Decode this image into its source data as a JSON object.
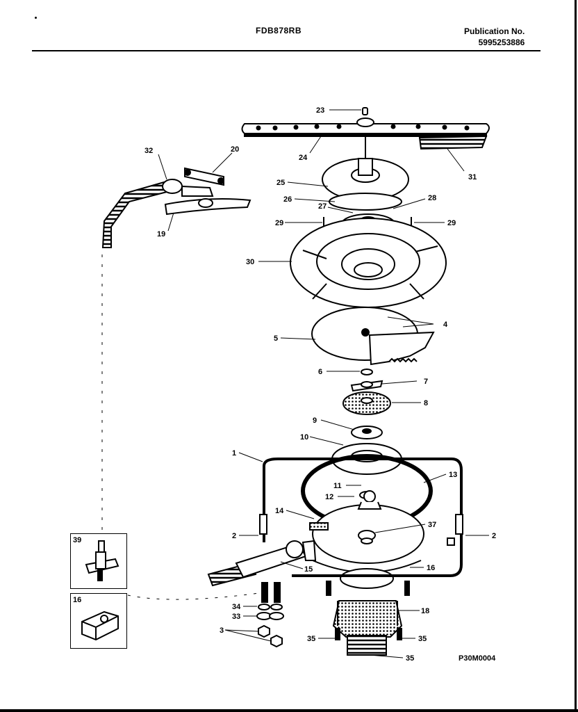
{
  "header": {
    "model": "FDB878RB",
    "publication_label": "Publication No.",
    "publication_number": "5995253886"
  },
  "diagram_code": "P30M0004",
  "callouts": {
    "c1": "1",
    "c2a": "2",
    "c2b": "2",
    "c3": "3",
    "c4": "4",
    "c5": "5",
    "c6": "6",
    "c7": "7",
    "c8": "8",
    "c9": "9",
    "c10": "10",
    "c11": "11",
    "c12": "12",
    "c13": "13",
    "c14": "14",
    "c15": "15",
    "c16": "16",
    "c18": "18",
    "c19": "19",
    "c20": "20",
    "c23": "23",
    "c24": "24",
    "c25": "25",
    "c26": "26",
    "c27": "27",
    "c28": "28",
    "c29a": "29",
    "c29b": "29",
    "c30": "30",
    "c31": "31",
    "c32": "32",
    "c33": "33",
    "c34": "34",
    "c35a": "35",
    "c35b": "35",
    "c35c": "35",
    "c37": "37",
    "c39": "39",
    "c16inset": "16"
  }
}
